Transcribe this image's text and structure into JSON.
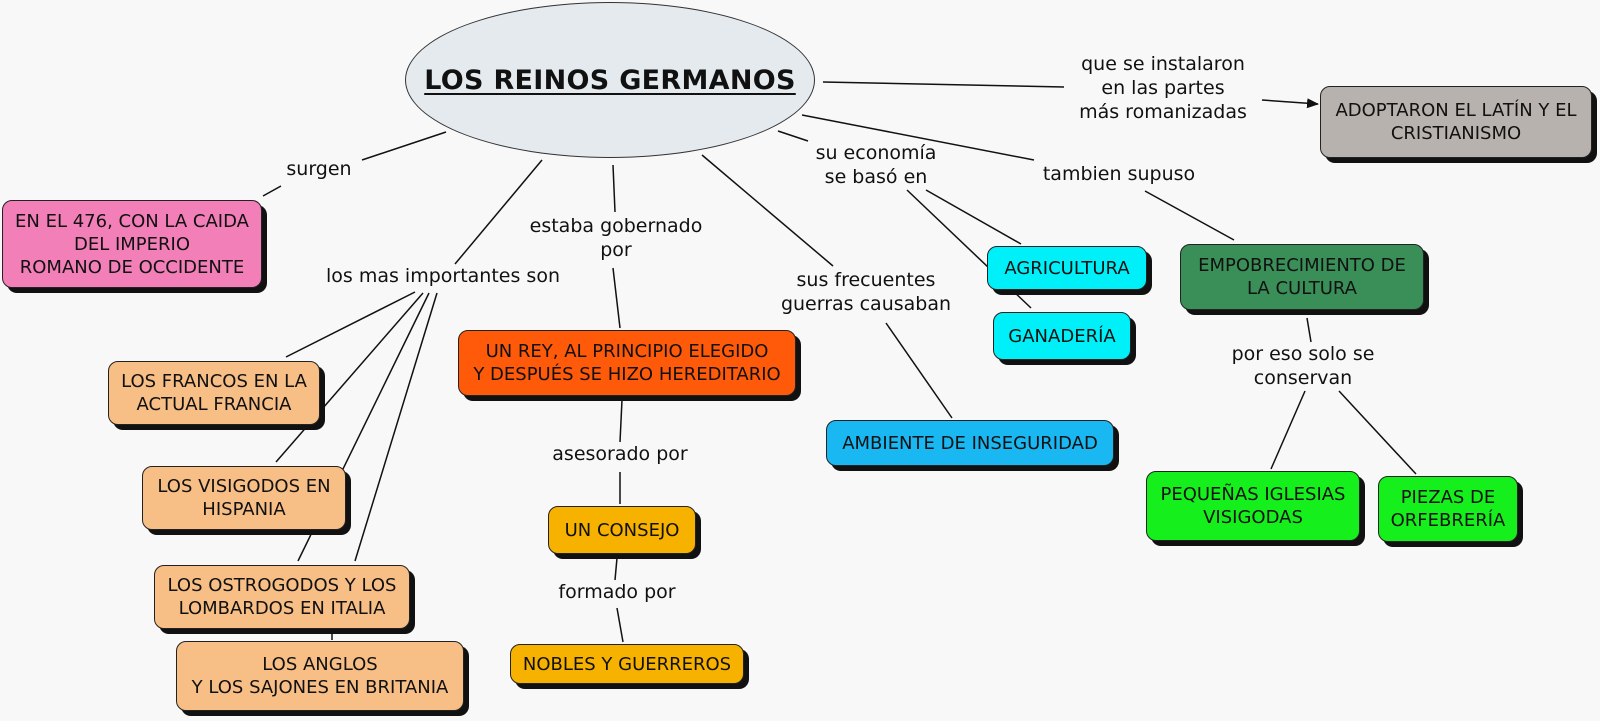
{
  "title": "LOS REINOS GERMANOS",
  "colors": {
    "title_fill": "#e4eaee",
    "pink": "#f27fb8",
    "peach": "#f7be86",
    "orange": "#ff5a0a",
    "amber": "#f7b200",
    "sky": "#19b8f2",
    "cyan": "#00f0fa",
    "darkgreen": "#3a8f58",
    "green": "#15f01d",
    "gray": "#b8b2ae"
  },
  "nodes": {
    "year_476": "EN EL 476, CON LA CAIDA\nDEL IMPERIO\nROMANO DE OCCIDENTE",
    "francos": "LOS FRANCOS EN LA\nACTUAL FRANCIA",
    "visigodos": "LOS VISIGODOS EN\nHISPANIA",
    "ostrogodos": "LOS OSTROGODOS Y LOS\nLOMBARDOS EN ITALIA",
    "anglos": "LOS ANGLOS\nY LOS SAJONES EN BRITANIA",
    "rey": "UN REY, AL PRINCIPIO ELEGIDO\nY DESPUÉS SE HIZO HEREDITARIO",
    "consejo": "UN CONSEJO",
    "nobles": "NOBLES Y GUERREROS",
    "inseguridad": "AMBIENTE DE INSEGURIDAD",
    "agricultura": "AGRICULTURA",
    "ganaderia": "GANADERÍA",
    "empobrecimiento": "EMPOBRECIMIENTO DE\nLA CULTURA",
    "iglesias": "PEQUEÑAS IGLESIAS\nVISIGODAS",
    "orfebreria": "PIEZAS DE\nORFEBRERÍA",
    "latin": "ADOPTARON EL LATÍN Y EL\nCRISTIANISMO"
  },
  "labels": {
    "surgen": "surgen",
    "importantes": "los mas importantes son",
    "gobernado": "estaba gobernado\npor",
    "asesorado": "asesorado por",
    "formado": "formado por",
    "guerras": "sus frecuentes\nguerras causaban",
    "economia": "su economía\nse basó en",
    "supuso": "tambien supuso",
    "conservan": "por eso solo se\nconservan",
    "instalaron": "que se instalaron\nen las partes\nmás romanizadas"
  }
}
